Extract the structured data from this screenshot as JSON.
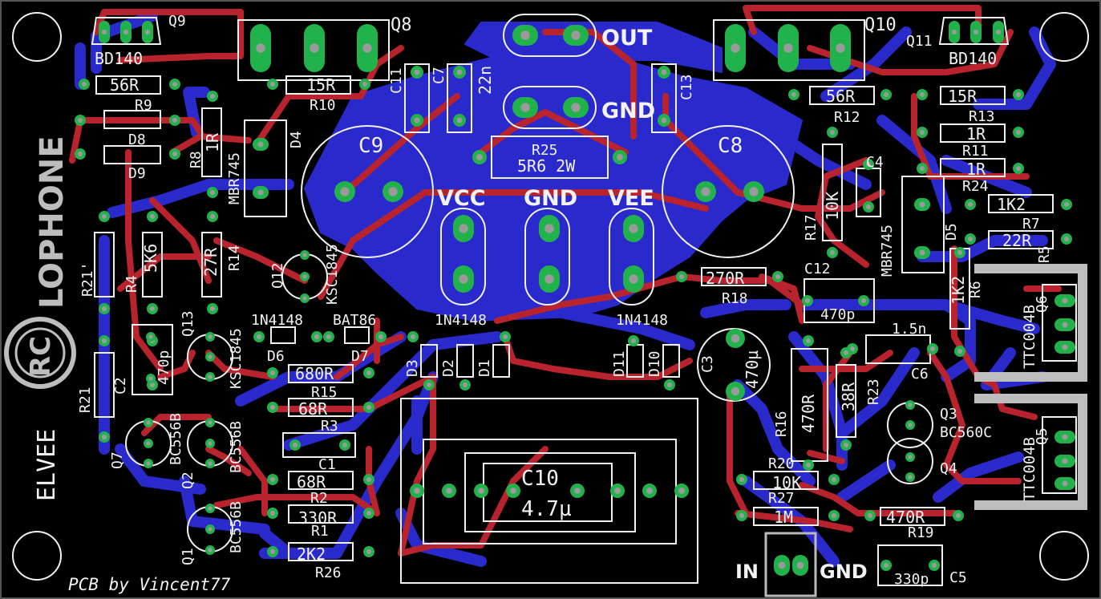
{
  "colors": {
    "background": "#000000",
    "bottom_copper": "#2a2acc",
    "top_copper": "#b8232e",
    "pad": "#22b24c",
    "silkscreen": "#f2f2f2",
    "drill": "#aaaaaa"
  },
  "brand": {
    "logo_initials": "RC",
    "logo_word": "LOPHONE",
    "maker": "ELVEE",
    "credit": "PCB by Vincent77"
  },
  "terminals": {
    "out": "OUT",
    "gnd_top": "GND",
    "vcc": "VCC",
    "gnd_mid": "GND",
    "vee": "VEE",
    "in": "IN",
    "gnd_in": "GND"
  },
  "components": [
    {
      "ref": "Q9",
      "value": "BD140"
    },
    {
      "ref": "Q8",
      "value": ""
    },
    {
      "ref": "Q10",
      "value": ""
    },
    {
      "ref": "Q11",
      "value": "BD140"
    },
    {
      "ref": "R9",
      "value": "56R"
    },
    {
      "ref": "R10",
      "value": "15R"
    },
    {
      "ref": "C11",
      "value": ""
    },
    {
      "ref": "C7",
      "value": "22n"
    },
    {
      "ref": "C13",
      "value": ""
    },
    {
      "ref": "R12",
      "value": "56R"
    },
    {
      "ref": "R13",
      "value": "15R"
    },
    {
      "ref": "R11",
      "value": "1R"
    },
    {
      "ref": "R24",
      "value": "1R"
    },
    {
      "ref": "D8",
      "value": ""
    },
    {
      "ref": "D9",
      "value": ""
    },
    {
      "ref": "R8",
      "value": "1R"
    },
    {
      "ref": "D4",
      "value": "MBR745"
    },
    {
      "ref": "C9",
      "value": ""
    },
    {
      "ref": "R25",
      "value": "5R6 2W"
    },
    {
      "ref": "C8",
      "value": ""
    },
    {
      "ref": "R17",
      "value": "10K"
    },
    {
      "ref": "C4",
      "value": ""
    },
    {
      "ref": "D5",
      "value": "MBR745"
    },
    {
      "ref": "R7",
      "value": "1K2"
    },
    {
      "ref": "R5",
      "value": "22R"
    },
    {
      "ref": "R21'",
      "value": ""
    },
    {
      "ref": "R4",
      "value": "5K6"
    },
    {
      "ref": "R14",
      "value": "27R"
    },
    {
      "ref": "Q12",
      "value": "KSC1845"
    },
    {
      "ref": "R18",
      "value": "270R"
    },
    {
      "ref": "C12",
      "value": "470p"
    },
    {
      "ref": "R6",
      "value": "1K2"
    },
    {
      "ref": "Q6",
      "value": "TTC004B"
    },
    {
      "ref": "Q13",
      "value": "KSC1845"
    },
    {
      "ref": "D6",
      "value": "1N4148"
    },
    {
      "ref": "D7",
      "value": "BAT86"
    },
    {
      "ref": "D3",
      "value": "1N4148"
    },
    {
      "ref": "D2",
      "value": ""
    },
    {
      "ref": "D1",
      "value": ""
    },
    {
      "ref": "D11",
      "value": "1N4148"
    },
    {
      "ref": "D10",
      "value": ""
    },
    {
      "ref": "C3",
      "value": "470µ"
    },
    {
      "ref": "C6",
      "value": "1.5n"
    },
    {
      "ref": "R21",
      "value": ""
    },
    {
      "ref": "C2",
      "value": "470p"
    },
    {
      "ref": "R15",
      "value": "680R"
    },
    {
      "ref": "R3",
      "value": "68R"
    },
    {
      "ref": "C1",
      "value": ""
    },
    {
      "ref": "R16",
      "value": "470R"
    },
    {
      "ref": "R23",
      "value": "38R"
    },
    {
      "ref": "Q3",
      "value": "BC560C"
    },
    {
      "ref": "Q4",
      "value": ""
    },
    {
      "ref": "Q5",
      "value": "TTC004B"
    },
    {
      "ref": "Q7",
      "value": "BC556B"
    },
    {
      "ref": "Q2",
      "value": "BC556B"
    },
    {
      "ref": "R2",
      "value": "68R"
    },
    {
      "ref": "C10",
      "value": "4.7µ"
    },
    {
      "ref": "R20",
      "value": "10K"
    },
    {
      "ref": "R27",
      "value": "1M"
    },
    {
      "ref": "R19",
      "value": "470R"
    },
    {
      "ref": "Q1",
      "value": "BC556B"
    },
    {
      "ref": "R1",
      "value": "330R"
    },
    {
      "ref": "R26",
      "value": "2K2"
    },
    {
      "ref": "C5",
      "value": "330p"
    }
  ]
}
